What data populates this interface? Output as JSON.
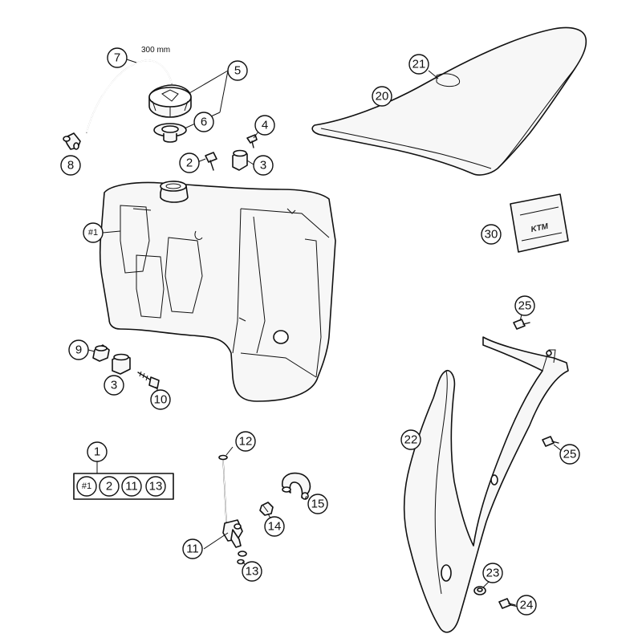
{
  "dimension_label": "300 mm",
  "logo_text": "KTM",
  "callouts": {
    "c7": "7",
    "c5": "5",
    "c6": "6",
    "c8": "8",
    "c4": "4",
    "c2": "2",
    "c3a": "3",
    "c21": "21",
    "c20": "20",
    "c30": "30",
    "c1tank": "#1",
    "c9": "9",
    "c3b": "3",
    "c10": "10",
    "c25a": "25",
    "c22": "22",
    "c25b": "25",
    "c12": "12",
    "c1": "1",
    "c15": "15",
    "c14": "14",
    "c11": "11",
    "c13": "13",
    "c23": "23",
    "c24": "24"
  },
  "kit": {
    "items": [
      "#1",
      "2",
      "11",
      "13"
    ]
  }
}
